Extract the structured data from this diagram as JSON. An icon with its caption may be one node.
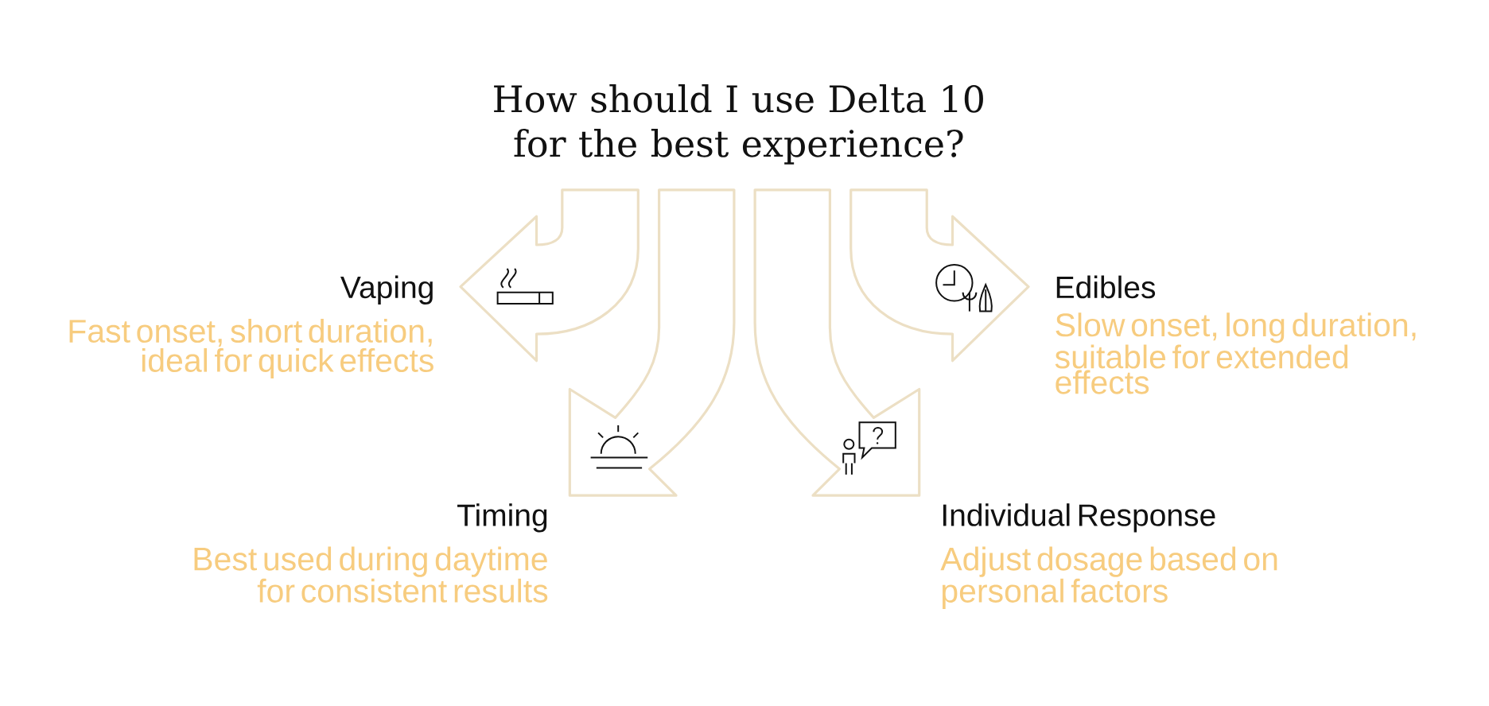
{
  "diagram": {
    "title": "How should I use Delta 10 for the best experience?",
    "nodes": [
      {
        "text": [
          "Vaping",
          "Fast onset, short duration, ideal for quick effects"
        ]
      },
      {
        "text": [
          "Edibles",
          "Slow onset, long duration, suitable for extended effects"
        ]
      },
      {
        "text": [
          "Timing",
          "Best used during daytime for consistent results"
        ]
      },
      {
        "text": [
          "Individual Response",
          "Adjust dosage based on personal factors"
        ]
      }
    ]
  }
}
